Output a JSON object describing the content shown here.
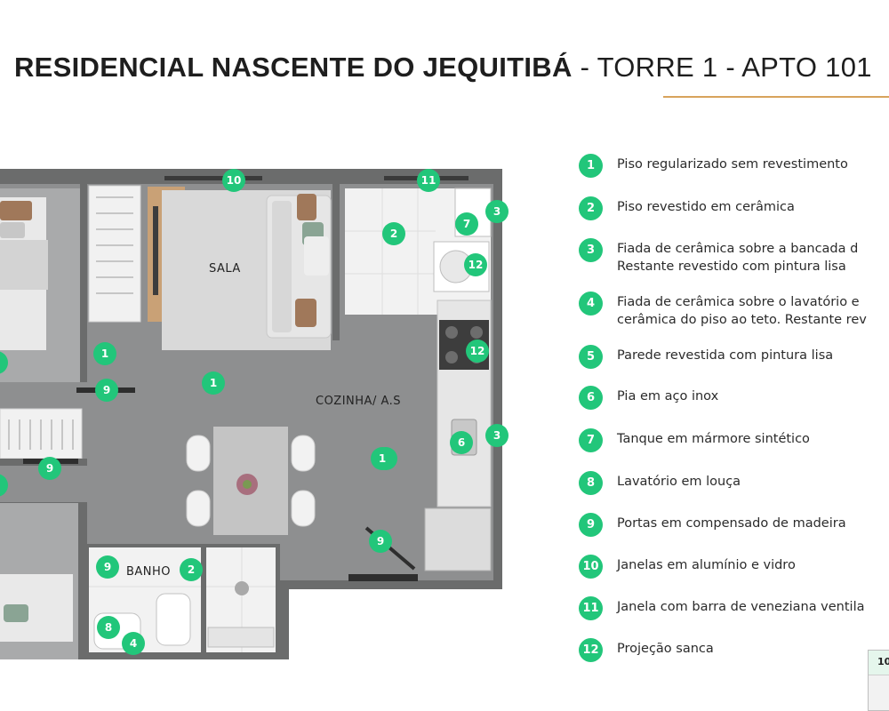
{
  "header": {
    "title_bold": "RESIDENCIAL NASCENTE DO JEQUITIBÁ",
    "title_rest": " - TORRE 1 - APTO 101"
  },
  "rooms": {
    "sala": "SALA",
    "cozinha": "COZINHA/ A.S",
    "banho": "BANHO"
  },
  "plan_markers": [
    "10",
    "11",
    "2",
    "7",
    "3",
    "12",
    "12",
    "1",
    "1",
    "9",
    "1",
    "6",
    "3",
    "1",
    "9",
    "9",
    "9",
    "2",
    "8",
    "4"
  ],
  "legend": [
    {
      "num": "1",
      "text": "Piso regularizado sem revestimento"
    },
    {
      "num": "2",
      "text": "Piso revestido em cerâmica"
    },
    {
      "num": "3",
      "text": "Fiada de cerâmica sobre a bancada d",
      "text2": "Restante revestido com pintura lisa"
    },
    {
      "num": "4",
      "text": "Fiada de cerâmica sobre o lavatório e",
      "text2": "cerâmica do piso ao teto. Restante rev"
    },
    {
      "num": "5",
      "text": "Parede revestida com pintura lisa"
    },
    {
      "num": "6",
      "text": "Pia em aço inox"
    },
    {
      "num": "7",
      "text": "Tanque em mármore sintético"
    },
    {
      "num": "8",
      "text": "Lavatório em louça"
    },
    {
      "num": "9",
      "text": "Portas em compensado de madeira"
    },
    {
      "num": "10",
      "text": "Janelas em alumínio e vidro"
    },
    {
      "num": "11",
      "text": "Janela com barra de veneziana ventila"
    },
    {
      "num": "12",
      "text": "Projeção sanca"
    }
  ],
  "corner_table": {
    "label": "10"
  },
  "colors": {
    "badge": "#22c67a",
    "accent_line": "#d8a35c",
    "wall": "#6a6b6b",
    "floor": "#8f9091"
  }
}
